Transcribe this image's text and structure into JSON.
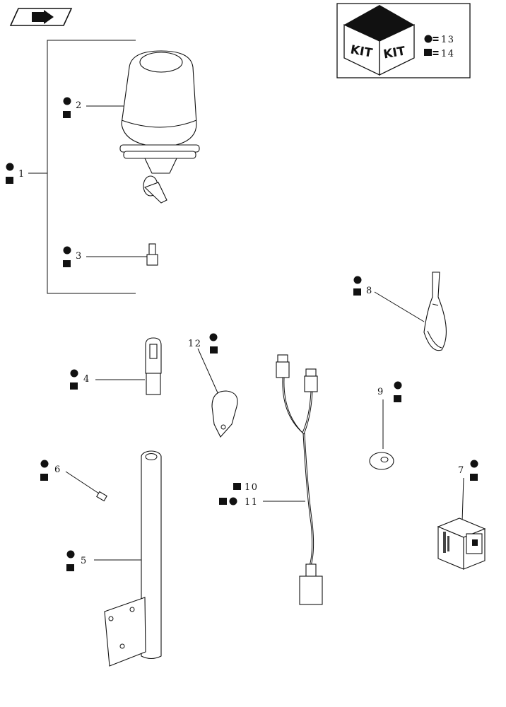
{
  "kit_box": {
    "label_left": "KIT",
    "label_right": "KIT",
    "circle_ref": "13",
    "square_ref": "14"
  },
  "callouts": {
    "c1": "1",
    "c2": "2",
    "c3": "3",
    "c4": "4",
    "c5": "5",
    "c6": "6",
    "c7": "7",
    "c8": "8",
    "c9": "9",
    "c10": "10",
    "c11": "11",
    "c12": "12"
  },
  "legend_symbols": {
    "circle": "●",
    "square": "■",
    "equals": "="
  },
  "colors": {
    "line": "#111111",
    "symbol": "#111111"
  }
}
